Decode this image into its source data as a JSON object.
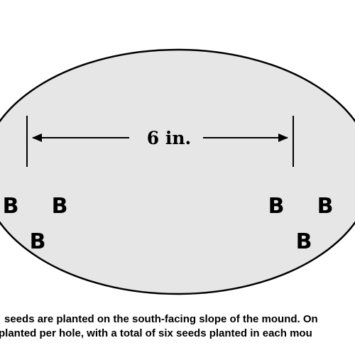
{
  "colors": {
    "mound_fill": "#e6e6e6",
    "outline": "#000000",
    "text": "#000000",
    "background": "#ffffff"
  },
  "diagram": {
    "spacing_label": "6 in.",
    "seed_marker": "B"
  },
  "caption": {
    "line1": "seeds are planted on the south-facing slope of the mound.  On",
    "line2": "planted per hole, with a total of six seeds planted in each mou"
  }
}
